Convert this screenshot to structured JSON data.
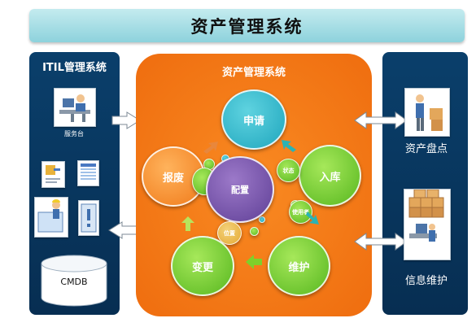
{
  "header": {
    "title": "资产管理系统"
  },
  "left_panel": {
    "title": "ITIL管理系统",
    "service_desk_label": "服务台",
    "cmdb_label": "CMDB"
  },
  "center": {
    "title": "资产管理系统",
    "nodes": {
      "apply": "申请",
      "scrap": "报废",
      "config": "配置",
      "inbound": "入库",
      "change": "变更",
      "maintain": "维护",
      "status": "状态",
      "location": "位置",
      "user": "使用者"
    }
  },
  "right_panel": {
    "inventory_label": "资产盘点",
    "info_maintain_label": "信息维护"
  },
  "colors": {
    "title_bar": "#8dd2dc",
    "side_panels": "#0a3f6b",
    "center_box": "#f47b17",
    "teal_node": "#1fa6bd",
    "green_node": "#57b71f",
    "purple_node": "#5f3f96"
  }
}
